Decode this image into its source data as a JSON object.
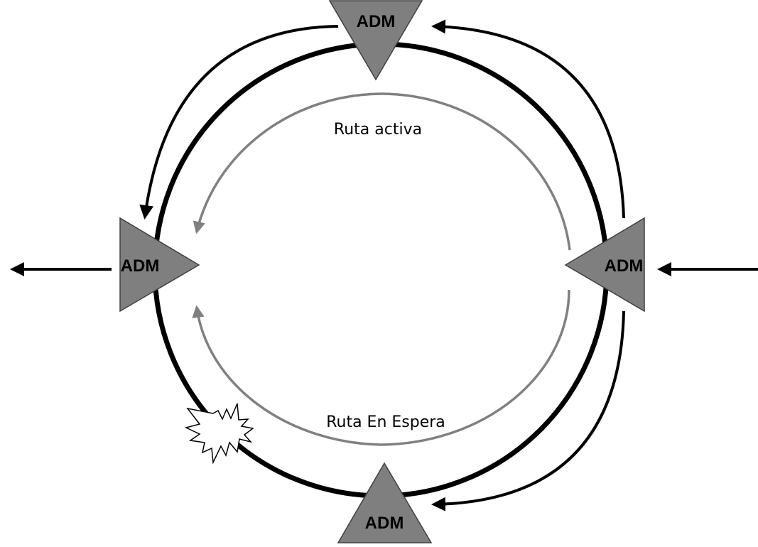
{
  "nodes": {
    "top": {
      "label": "ADM"
    },
    "left": {
      "label": "ADM"
    },
    "right": {
      "label": "ADM"
    },
    "bottom": {
      "label": "ADM"
    }
  },
  "routes": {
    "active": {
      "label": "Ruta activa"
    },
    "standby": {
      "label": "Ruta En Espera"
    }
  },
  "colors": {
    "ring": "#000000",
    "inner_route": "#808080",
    "node_fill": "#7f7f7f",
    "node_stroke": "#404040",
    "background": "#ffffff"
  },
  "icons": {
    "fault": "explosion-burst-icon"
  }
}
